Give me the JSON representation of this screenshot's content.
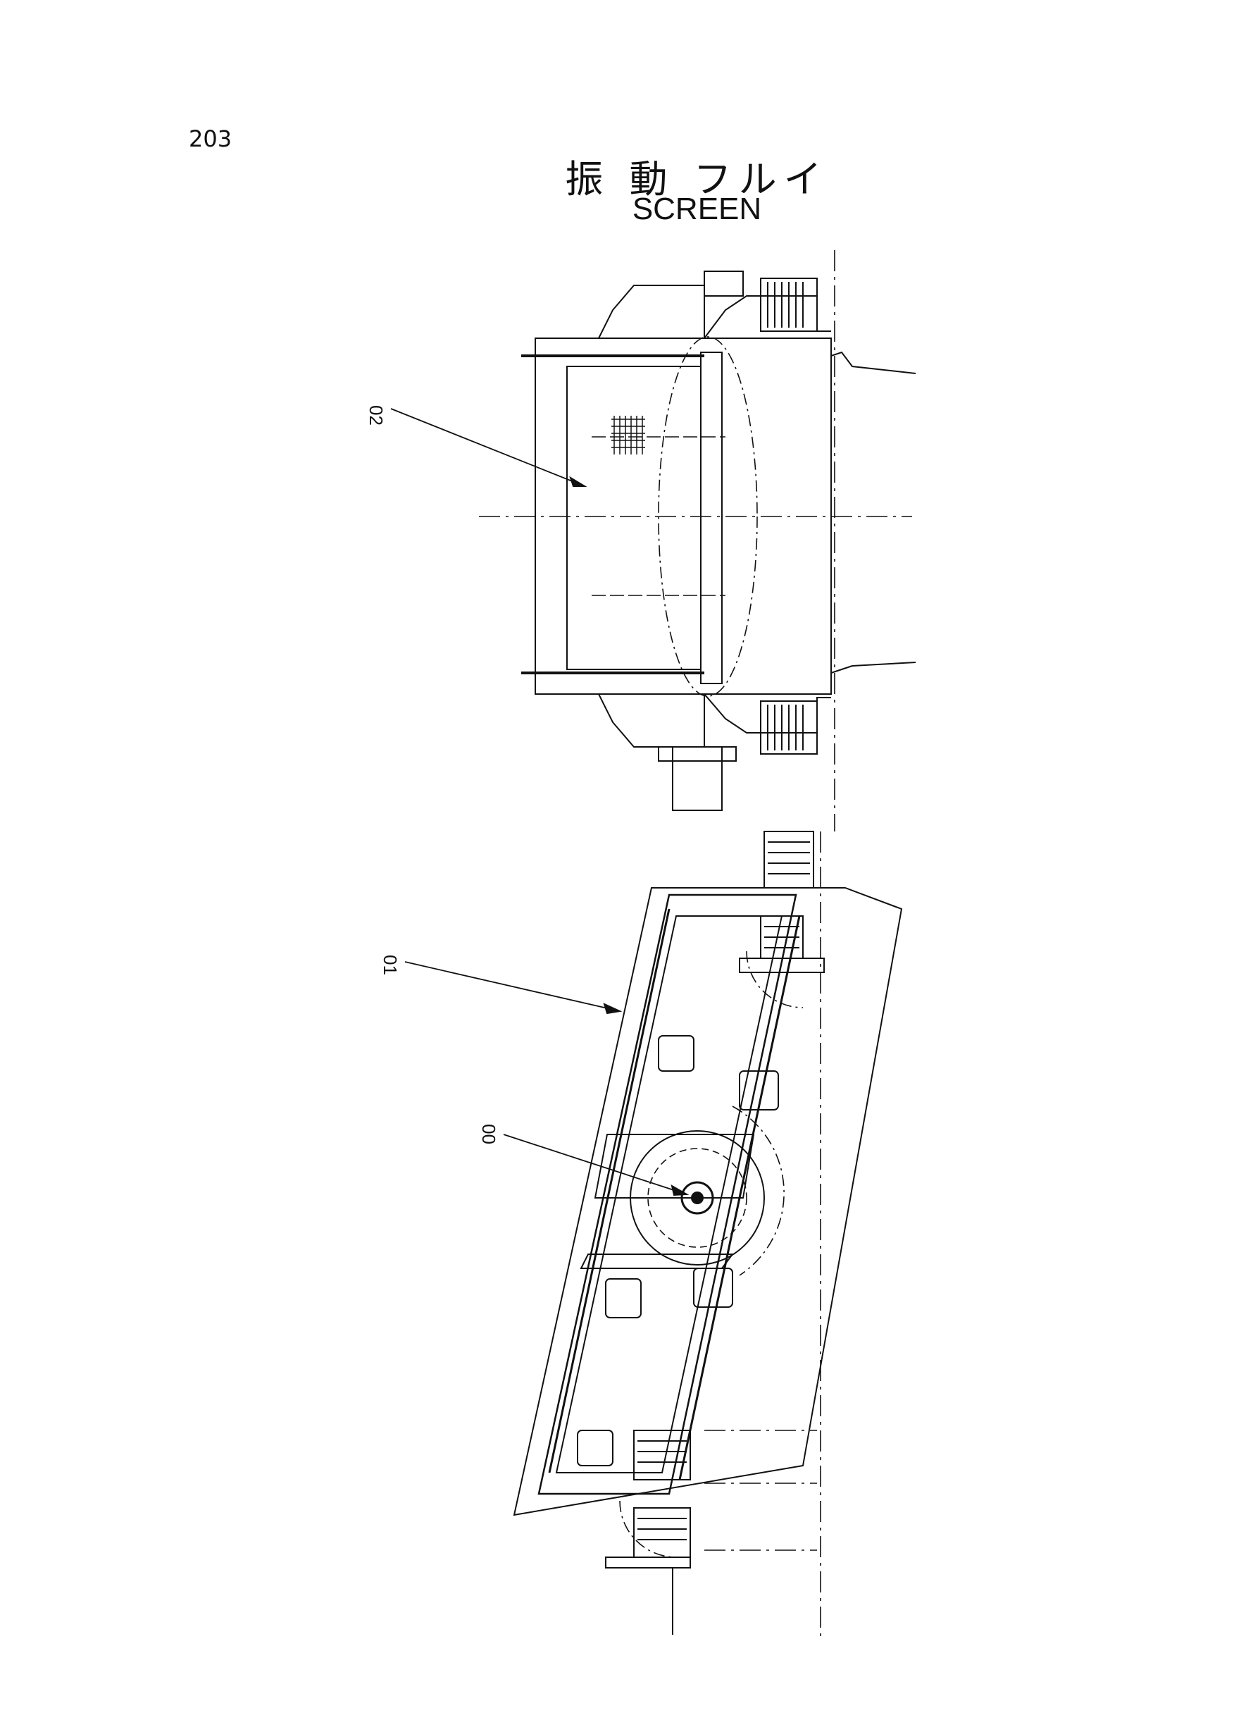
{
  "page": {
    "number": "203"
  },
  "title": {
    "japanese": "振 動 フルイ",
    "english": "SCREEN"
  },
  "callouts": [
    {
      "id": "02",
      "label": "02"
    },
    {
      "id": "01",
      "label": "01"
    },
    {
      "id": "00",
      "label": "00"
    }
  ]
}
